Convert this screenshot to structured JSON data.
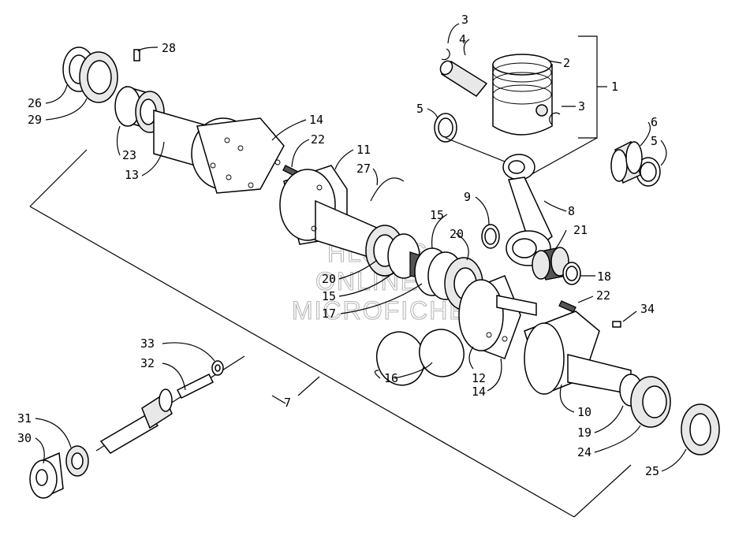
{
  "watermark": [
    "HLSM'S",
    "ONLINE",
    "MICROFICHE"
  ],
  "labels": {
    "l1": "1",
    "l2": "2",
    "l3a": "3",
    "l3b": "3",
    "l4": "4",
    "l5a": "5",
    "l5b": "5",
    "l6": "6",
    "l7": "7",
    "l8": "8",
    "l9": "9",
    "l10": "10",
    "l11": "11",
    "l12": "12",
    "l13": "13",
    "l14a": "14",
    "l14b": "14",
    "l15a": "15",
    "l15b": "15",
    "l16": "16",
    "l17": "17",
    "l18": "18",
    "l19": "19",
    "l20a": "20",
    "l20b": "20",
    "l21": "21",
    "l22a": "22",
    "l22b": "22",
    "l23": "23",
    "l24": "24",
    "l25": "25",
    "l26": "26",
    "l27": "27",
    "l28": "28",
    "l29": "29",
    "l30": "30",
    "l31": "31",
    "l32": "32",
    "l33": "33",
    "l34": "34"
  }
}
